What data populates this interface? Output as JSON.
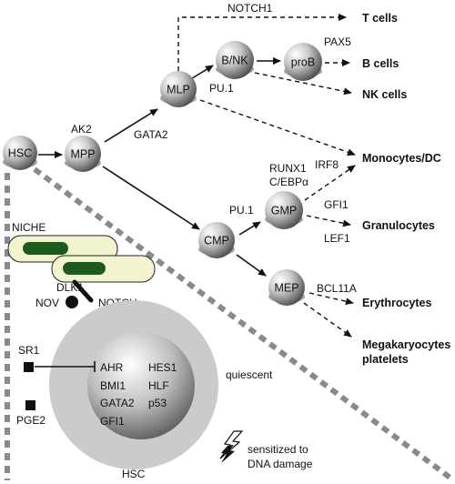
{
  "nodes": {
    "hsc": "HSC",
    "mpp": "MPP",
    "mlp": "MLP",
    "bnk": "B/NK",
    "prob": "proB",
    "cmp": "CMP",
    "gmp": "GMP",
    "mep": "MEP"
  },
  "factors": {
    "ak2": "AK2",
    "gata2": "GATA2",
    "notch1": "NOTCH1",
    "pu1_top": "PU.1",
    "pax5": "PAX5",
    "pu1_bottom": "PU.1",
    "runx1": "RUNX1",
    "cebpa": "C/EBPα",
    "irf8": "IRF8",
    "gfi1": "GFI1",
    "lef1": "LEF1",
    "bcl11a": "BCL11A"
  },
  "outcomes": {
    "t_cells": "T cells",
    "b_cells": "B cells",
    "nk_cells": "NK cells",
    "monocytes_dc": "Monocytes/DC",
    "granulocytes": "Granulocytes",
    "erythrocytes": "Erythrocytes",
    "megakaryocytes": "Megakaryocytes",
    "platelets": "platelets"
  },
  "niche": {
    "label": "NICHE",
    "dlk1": "DLK1",
    "nov": "NOV",
    "notch": "NOTCH",
    "sr1": "SR1",
    "pge2": "PGE2"
  },
  "hsc_cell": {
    "genes": [
      "AHR",
      "HES1",
      "BMI1",
      "HLF",
      "GATA2",
      "p53",
      "GFI1"
    ],
    "quiescent": "quiescent",
    "label": "HSC",
    "sensitized_line1": "sensitized to",
    "sensitized_line2": "DNA damage"
  },
  "colors": {
    "niche_fill": "#f3f4cf",
    "niche_inner": "#1e5a1e",
    "sphere_light": "#f2f2f2",
    "sphere_dark": "#5c5c5c",
    "cell_outer": "#c9c9c9",
    "dashed_gray": "#8a8a8a"
  }
}
